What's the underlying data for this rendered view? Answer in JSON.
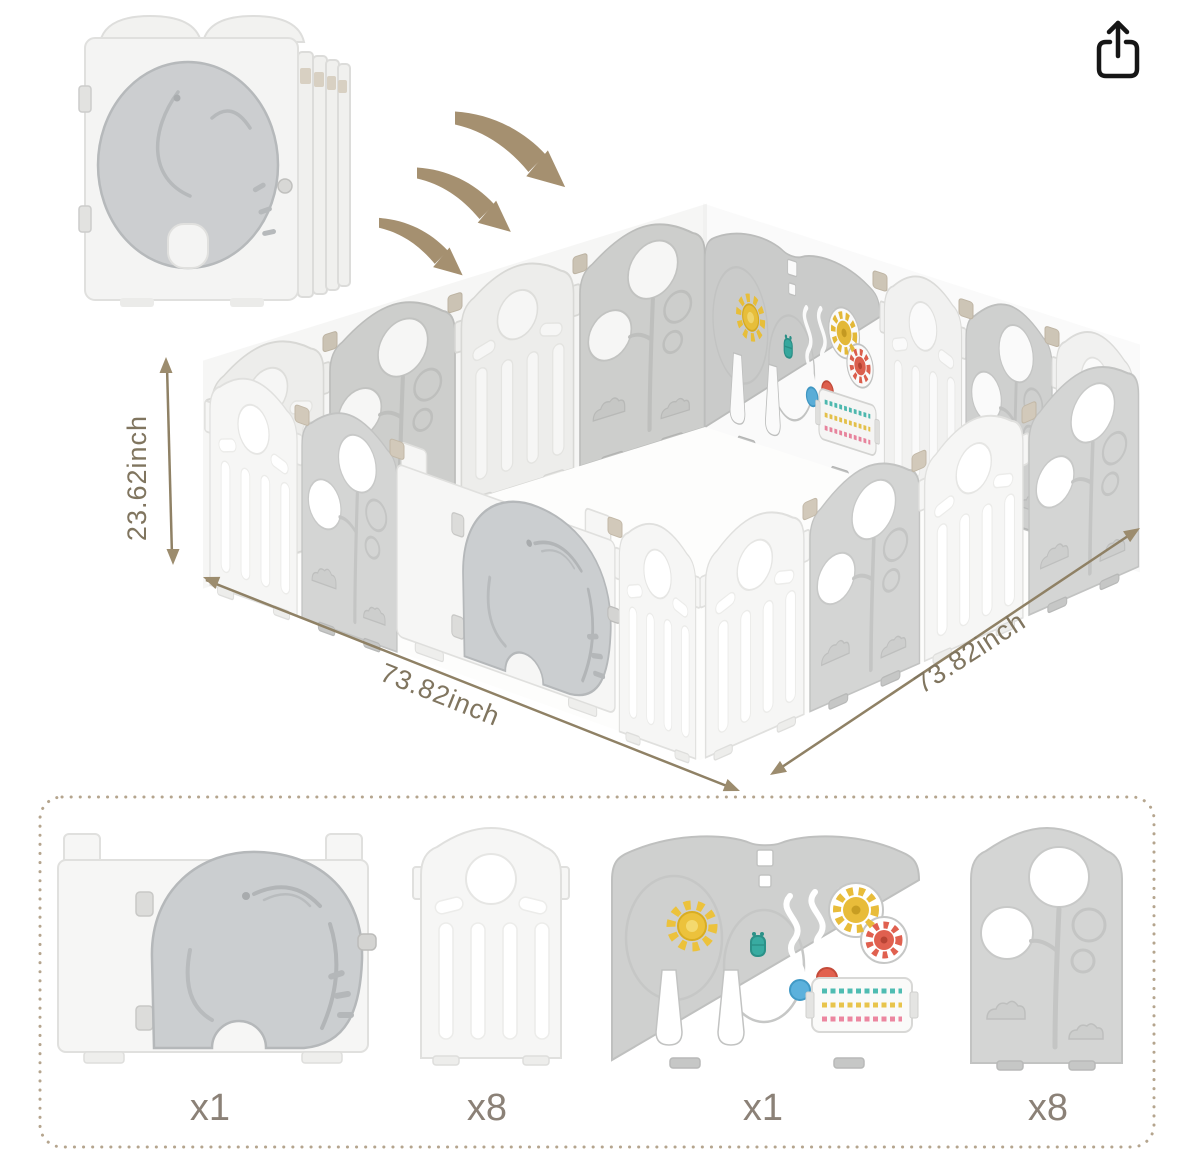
{
  "icons": {
    "share": "share-icon",
    "unfold_arrows": "unfold-arrow-icon"
  },
  "dimensions": {
    "height": "23.62inch",
    "width_left": "73.82inch",
    "width_right": "73.82inch"
  },
  "legend": {
    "items": [
      {
        "id": "elephant-gate-panel",
        "count": "x1"
      },
      {
        "id": "white-fence-panel",
        "count": "x8"
      },
      {
        "id": "activity-panel",
        "count": "x1"
      },
      {
        "id": "tree-panel",
        "count": "x8"
      }
    ]
  },
  "colors": {
    "annotation_line": "#8f8165",
    "annotation_arrowhead": "#9c8c6e",
    "annotation_text": "#80755f",
    "unfold_arrow": "#a59070",
    "panel_white": "#f6f6f5",
    "panel_grey": "#d4d5d4",
    "elephant_door": "#cbced0",
    "activity_panel": "#cfd0cf",
    "toy_yellow": "#e8bc3a",
    "toy_red": "#e0604f",
    "toy_blue": "#5cb1dc",
    "toy_teal": "#38aba1",
    "legend_border": "#b5a58e",
    "count_label": "#8b8177",
    "share_icon": "#161616"
  }
}
